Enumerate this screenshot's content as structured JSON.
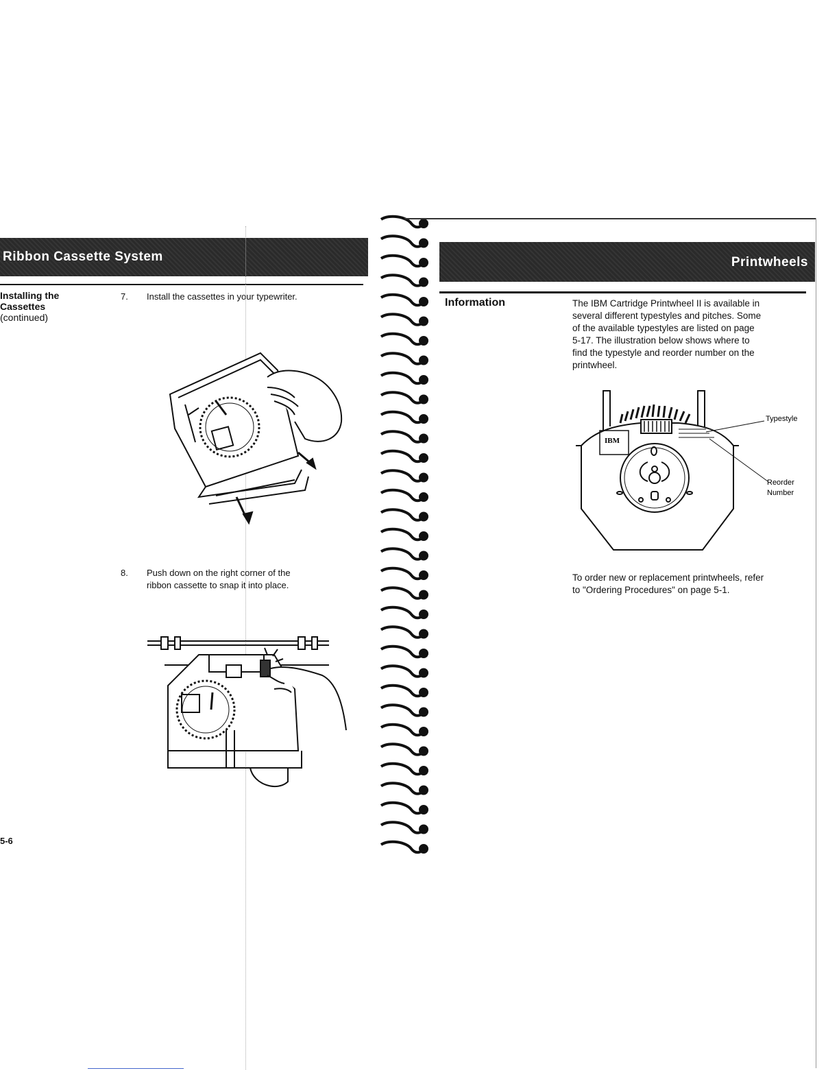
{
  "left_page": {
    "header": "Ribbon Cassette System",
    "section_title": "Installing the Cassettes",
    "section_subtitle": "(continued)",
    "steps": [
      {
        "num": "7.",
        "text": "Install the cassettes in your typewriter."
      },
      {
        "num": "8.",
        "text_line1": "Push down on the right corner of the",
        "text_line2": "ribbon cassette to snap it into place."
      }
    ],
    "page_number": "5-6"
  },
  "right_page": {
    "header": "Printwheels",
    "section_title": "Information",
    "paragraph_lines": [
      "The IBM Cartridge Printwheel II is available in",
      "several different typestyles and pitches. Some",
      "of the available typestyles are listed on page",
      "5-17. The illustration below shows where to",
      "find the typestyle and reorder number on the",
      "printwheel."
    ],
    "callouts": {
      "typestyle": "Typestyle",
      "reorder_line1": "Reorder",
      "reorder_line2": "Number",
      "logo": "IBM"
    },
    "order_lines": [
      "To order new or replacement printwheels, refer",
      "to \"Ordering Procedures\" on page 5-1."
    ]
  }
}
